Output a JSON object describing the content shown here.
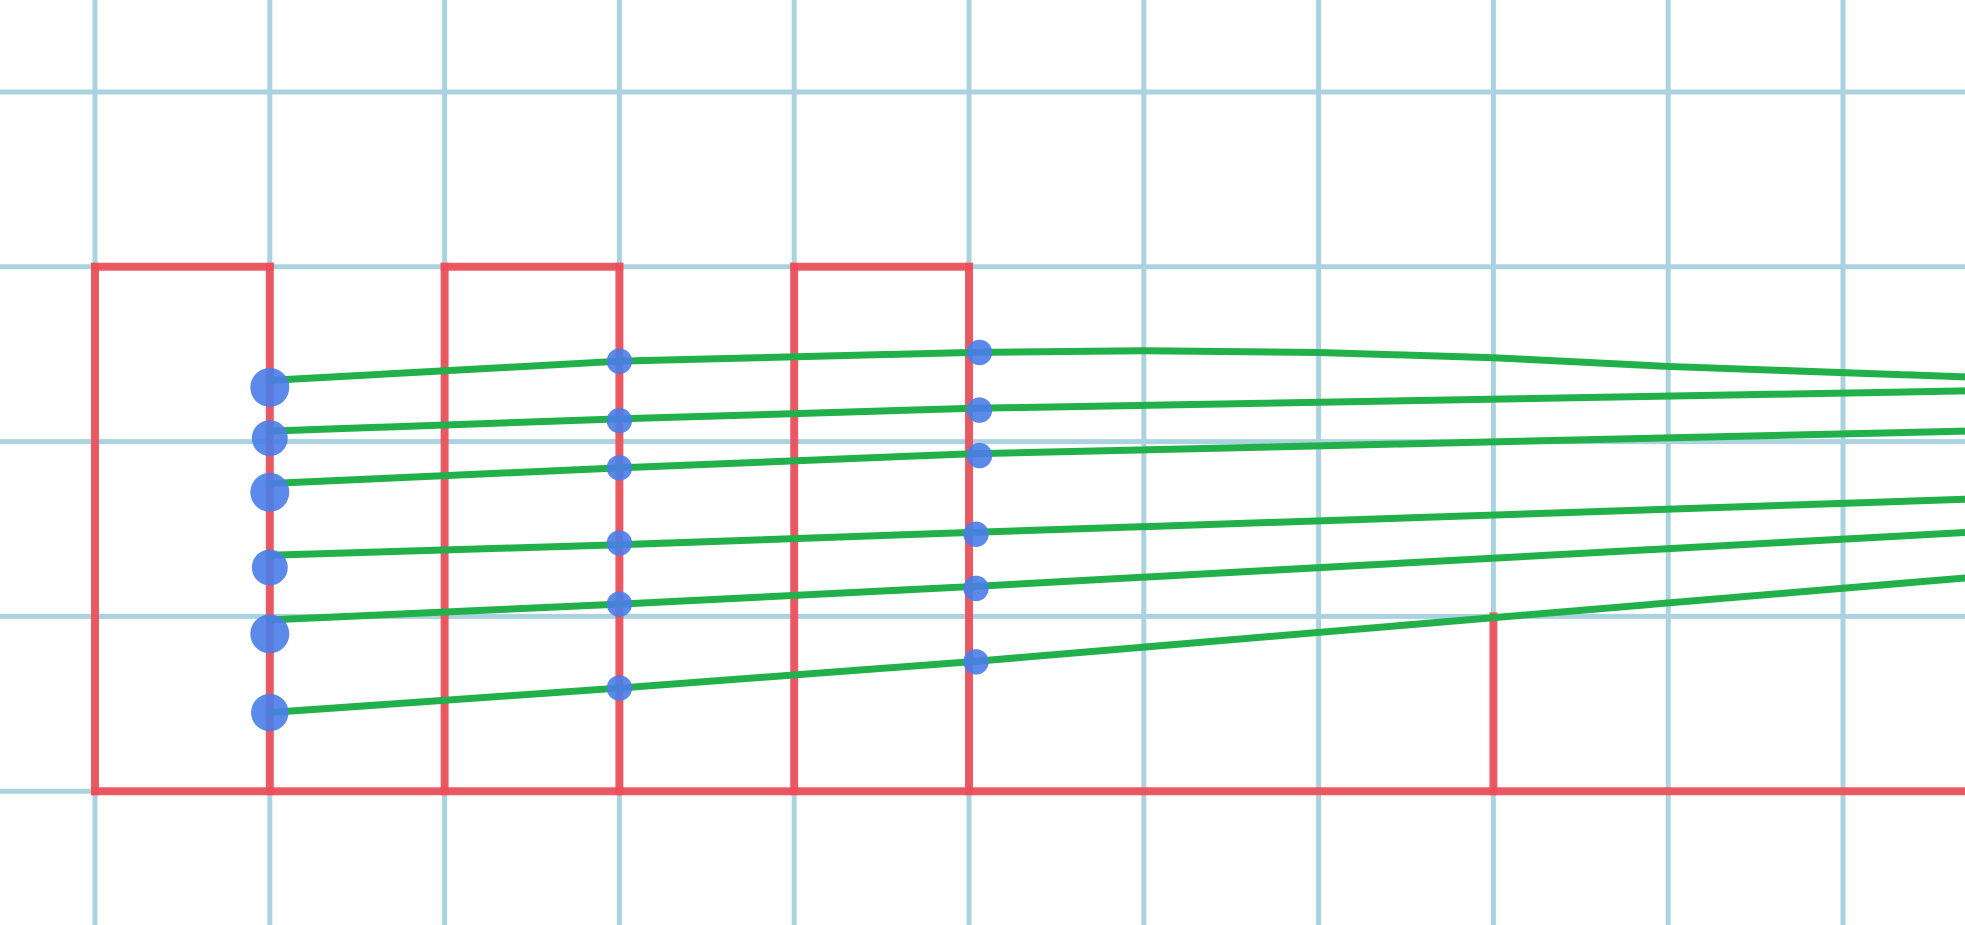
{
  "colors": {
    "background": "#ffffff",
    "grid": "#aad3df",
    "outline": "#ee4d57",
    "string": "#22b04b",
    "node": "#4a7de8"
  },
  "grid": {
    "columns": [
      0,
      1,
      2,
      3,
      4,
      5,
      6,
      7,
      8,
      9,
      10
    ],
    "rows": [
      0,
      1,
      2,
      3,
      4
    ]
  },
  "outline": [
    {
      "name": "outline-pillar-1-left",
      "points": [
        [
          0,
          1
        ],
        [
          0,
          4
        ]
      ]
    },
    {
      "name": "outline-pillar-1-top",
      "points": [
        [
          0,
          1
        ],
        [
          1,
          1
        ]
      ]
    },
    {
      "name": "outline-pillar-1-right",
      "points": [
        [
          1,
          1
        ],
        [
          1,
          4
        ]
      ]
    },
    {
      "name": "outline-pillar-2-left",
      "points": [
        [
          2,
          1
        ],
        [
          2,
          4
        ]
      ]
    },
    {
      "name": "outline-pillar-2-top",
      "points": [
        [
          2,
          1
        ],
        [
          3,
          1
        ]
      ]
    },
    {
      "name": "outline-pillar-2-right",
      "points": [
        [
          3,
          1
        ],
        [
          3,
          4
        ]
      ]
    },
    {
      "name": "outline-pillar-3-left",
      "points": [
        [
          4,
          1
        ],
        [
          4,
          4
        ]
      ]
    },
    {
      "name": "outline-pillar-3-top",
      "points": [
        [
          4,
          1
        ],
        [
          5,
          1
        ]
      ]
    },
    {
      "name": "outline-pillar-3-right",
      "points": [
        [
          5,
          1
        ],
        [
          5,
          4
        ]
      ]
    },
    {
      "name": "outline-short-post",
      "points": [
        [
          8,
          3
        ],
        [
          8,
          4
        ]
      ]
    },
    {
      "name": "outline-baseline",
      "points": [
        [
          0,
          4
        ],
        [
          10.7,
          4
        ]
      ]
    }
  ],
  "strings": [
    {
      "name": "string-1",
      "points": [
        [
          1,
          1.65
        ],
        [
          3,
          1.54
        ],
        [
          5,
          1.49
        ],
        [
          6,
          1.48
        ],
        [
          7,
          1.49
        ],
        [
          8,
          1.52
        ],
        [
          9,
          1.57
        ],
        [
          10.7,
          1.63
        ]
      ]
    },
    {
      "name": "string-2",
      "points": [
        [
          1,
          1.94
        ],
        [
          3,
          1.87
        ],
        [
          5,
          1.81
        ],
        [
          10.7,
          1.71
        ]
      ]
    },
    {
      "name": "string-3",
      "points": [
        [
          1,
          2.24
        ],
        [
          3,
          2.15
        ],
        [
          5,
          2.07
        ],
        [
          10.7,
          1.94
        ]
      ]
    },
    {
      "name": "string-4",
      "points": [
        [
          1,
          2.65
        ],
        [
          3,
          2.59
        ],
        [
          5,
          2.52
        ],
        [
          10.7,
          2.33
        ]
      ]
    },
    {
      "name": "string-5",
      "points": [
        [
          1,
          3.02
        ],
        [
          3,
          2.93
        ],
        [
          5,
          2.83
        ],
        [
          10.7,
          2.52
        ]
      ]
    },
    {
      "name": "string-6",
      "points": [
        [
          1,
          3.55
        ],
        [
          3,
          3.41
        ],
        [
          5,
          3.26
        ],
        [
          10.7,
          2.78
        ]
      ]
    }
  ],
  "nodes": [
    {
      "name": "node-col1-1",
      "x": 1,
      "y": 1.69,
      "r": 1.3
    },
    {
      "name": "node-col1-2",
      "x": 1,
      "y": 1.98,
      "r": 1.2
    },
    {
      "name": "node-col1-3",
      "x": 1,
      "y": 2.29,
      "r": 1.3
    },
    {
      "name": "node-col1-4",
      "x": 1,
      "y": 2.72,
      "r": 1.2
    },
    {
      "name": "node-col1-5",
      "x": 1,
      "y": 3.1,
      "r": 1.3
    },
    {
      "name": "node-col1-6",
      "x": 1,
      "y": 3.55,
      "r": 1.25
    },
    {
      "name": "node-col3-1",
      "x": 3,
      "y": 1.54,
      "r": 0.85
    },
    {
      "name": "node-col3-2",
      "x": 3,
      "y": 1.88,
      "r": 0.85
    },
    {
      "name": "node-col3-3",
      "x": 3,
      "y": 2.15,
      "r": 0.85
    },
    {
      "name": "node-col3-4",
      "x": 3,
      "y": 2.58,
      "r": 0.85
    },
    {
      "name": "node-col3-5",
      "x": 3,
      "y": 2.93,
      "r": 0.85
    },
    {
      "name": "node-col3-6",
      "x": 3,
      "y": 3.41,
      "r": 0.85
    },
    {
      "name": "node-col5-1",
      "x": 5.06,
      "y": 1.49,
      "r": 0.85
    },
    {
      "name": "node-col5-2",
      "x": 5.06,
      "y": 1.82,
      "r": 0.85
    },
    {
      "name": "node-col5-3",
      "x": 5.06,
      "y": 2.08,
      "r": 0.85
    },
    {
      "name": "node-col5-4",
      "x": 5.04,
      "y": 2.53,
      "r": 0.85
    },
    {
      "name": "node-col5-5",
      "x": 5.04,
      "y": 2.84,
      "r": 0.85
    },
    {
      "name": "node-col5-6",
      "x": 5.04,
      "y": 3.26,
      "r": 0.85
    }
  ]
}
